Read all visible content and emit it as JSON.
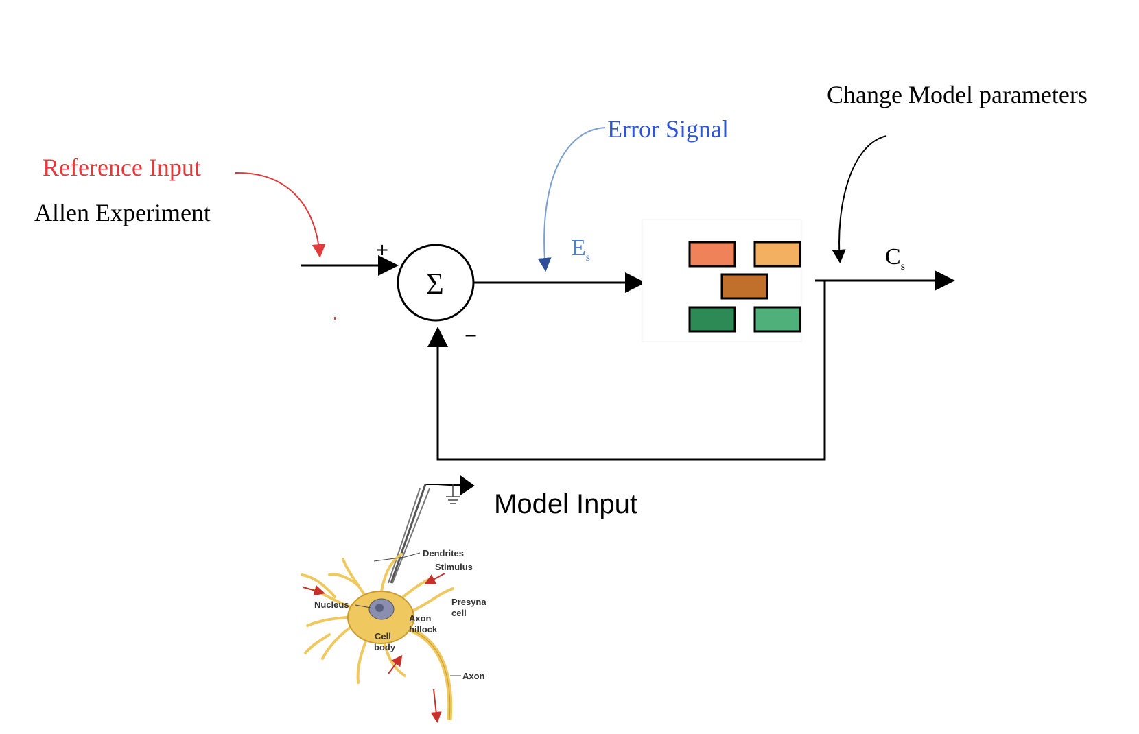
{
  "labels": {
    "reference_input": "Reference Input",
    "allen_experiment": "Allen Experiment",
    "error_signal": "Error Signal",
    "change_params": "Change Model parameters",
    "model_input": "Model Input",
    "sum_symbol": "Σ",
    "plus_sign": "+",
    "minus_sign": "−",
    "es_main": "E",
    "es_sub": "s",
    "cs_main": "C",
    "cs_sub": "s"
  },
  "neuron": {
    "dendrites": "Dendrites",
    "stimulus": "Stimulus",
    "nucleus": "Nucleus",
    "presyn_line1": "Presyna",
    "presyn_line2": "cell",
    "axon_hillock_line1": "Axon",
    "axon_hillock_line2": "hillock",
    "cell_body_line1": "Cell",
    "cell_body_line2": "body",
    "axon": "Axon"
  },
  "colors": {
    "reference_text": "#e03a3a",
    "error_text": "#2f55d4",
    "reference_arrow": "#e03a3a",
    "error_arrow": "#7a9fd0",
    "es_color": "#4a7fd6",
    "block_1": "#f0825a",
    "block_2": "#f3b060",
    "block_3": "#c0702a",
    "block_4": "#2e8a55",
    "block_5": "#4fb07a",
    "neuron_fill": "#f0c860",
    "neuron_stroke": "#c99a30"
  }
}
